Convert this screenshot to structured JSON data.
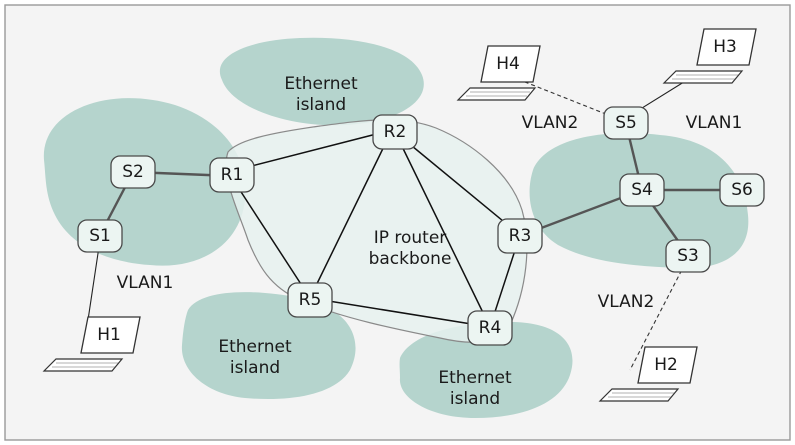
{
  "nodes": {
    "S1": "S1",
    "S2": "S2",
    "S3": "S3",
    "S4": "S4",
    "S5": "S5",
    "S6": "S6",
    "R1": "R1",
    "R2": "R2",
    "R3": "R3",
    "R4": "R4",
    "R5": "R5"
  },
  "hosts": {
    "H1": "H1",
    "H2": "H2",
    "H3": "H3",
    "H4": "H4"
  },
  "labels": {
    "vlan1_left": "VLAN1",
    "vlan1_right": "VLAN1",
    "vlan2_top": "VLAN2",
    "vlan2_bottom": "VLAN2",
    "backbone_line1": "IP router",
    "backbone_line2": "backbone",
    "island_top_line1": "Ethernet",
    "island_top_line2": "island",
    "island_bl_line1": "Ethernet",
    "island_bl_line2": "island",
    "island_bm_line1": "Ethernet",
    "island_bm_line2": "island"
  },
  "colors": {
    "island": "#b5d4cd",
    "backbone": "#e6f1ee",
    "border": "#9a9a9a",
    "node_fill": "#ecf5f2"
  }
}
